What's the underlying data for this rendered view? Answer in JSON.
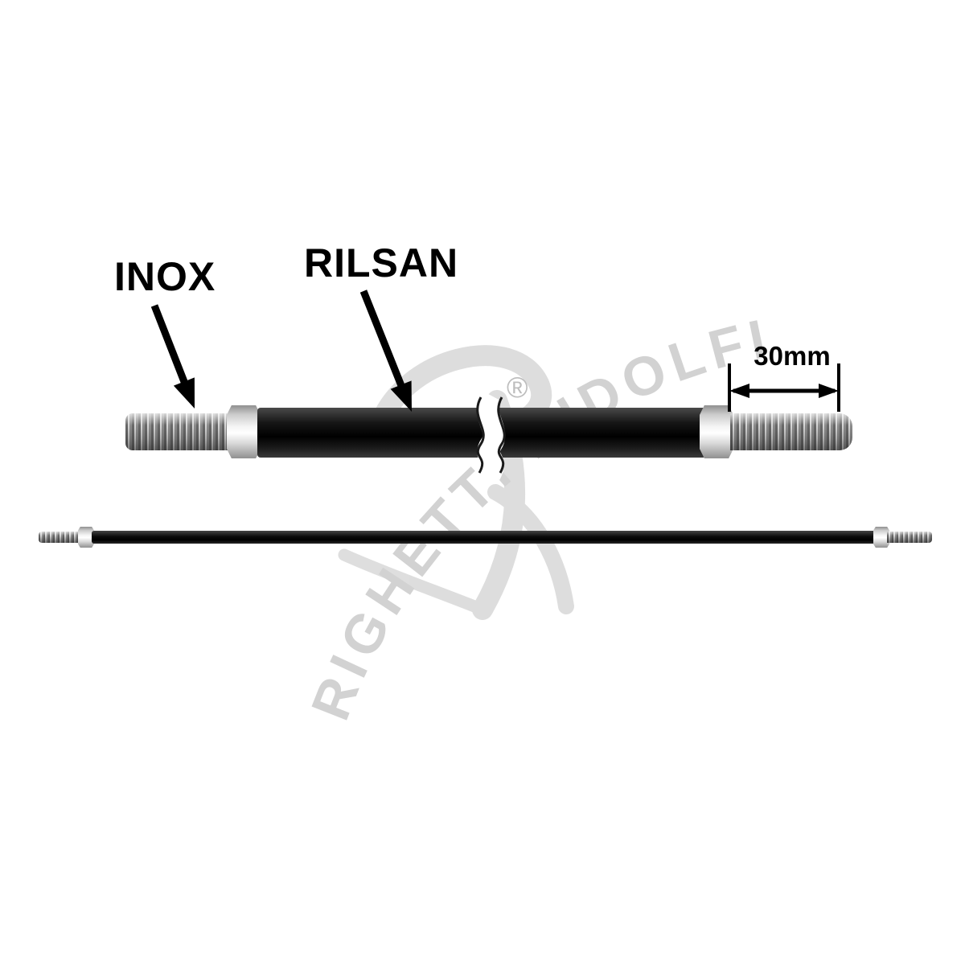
{
  "annotations": {
    "inox_label": "INOX",
    "rilsan_label": "RILSAN",
    "dimension_label": "30mm"
  },
  "watermark": {
    "brand_text": "RIGHETTI RIDOLFI",
    "registered_mark": "®"
  },
  "colors": {
    "background": "#ffffff",
    "annotation_black": "#000000",
    "rod_black": "#111111",
    "steel_light": "#e8e8e8",
    "steel_dark": "#7a7a7a",
    "watermark_grey": "#d6d6d6"
  }
}
